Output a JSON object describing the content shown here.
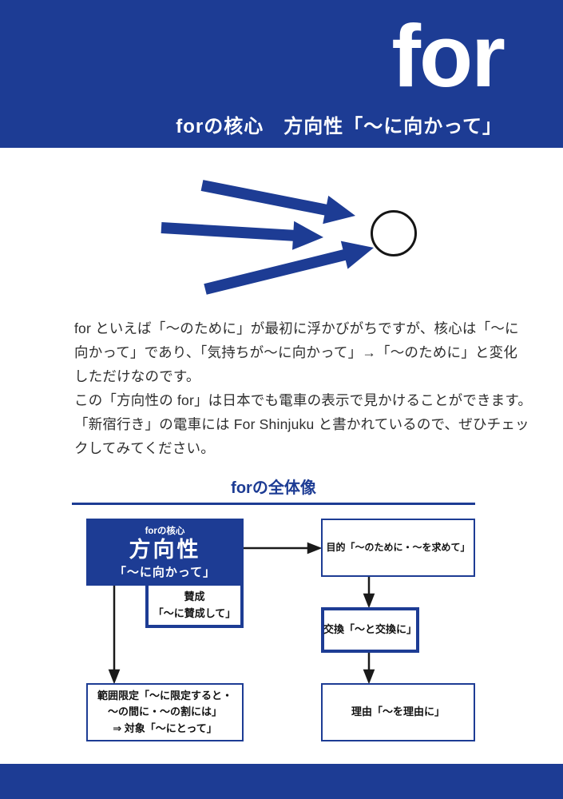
{
  "colors": {
    "brand_blue": "#1d3c94",
    "body_text": "#2e2e2e",
    "connector_black": "#1a1a1a"
  },
  "header": {
    "big_word": "for",
    "subtitle": "forの核心　方向性「〜に向かって」"
  },
  "intro": {
    "p1_lines": [
      "for といえば「〜のために」が最初に浮かびがちですが、核心は「〜に",
      "向かって」であり、「気持ちが〜に向かって」→「〜のために」と変化",
      "しただけなのです。"
    ],
    "p2_lines": [
      "この「方向性の for」は日本でも電車の表示で見かけることができます。",
      "「新宿行き」の電車には For Shinjuku と書かれているので、ぜひチェッ",
      "クしてみてください。"
    ]
  },
  "diagram": {
    "title": "forの全体像",
    "core": {
      "small": "forの核心",
      "main": "方向性",
      "sub": "「〜に向かって」"
    },
    "approval_lines": [
      "賛成",
      "「〜に賛成して」"
    ],
    "purpose_label": "目的「〜のために・〜を求めて」",
    "exchange_label": "交換「〜と交換に」",
    "range_lines": [
      "範囲限定「〜に限定すると・",
      "〜の間に・〜の割には」",
      "⇒ 対象「〜にとって」"
    ],
    "reason_label": "理由「〜を理由に」"
  }
}
